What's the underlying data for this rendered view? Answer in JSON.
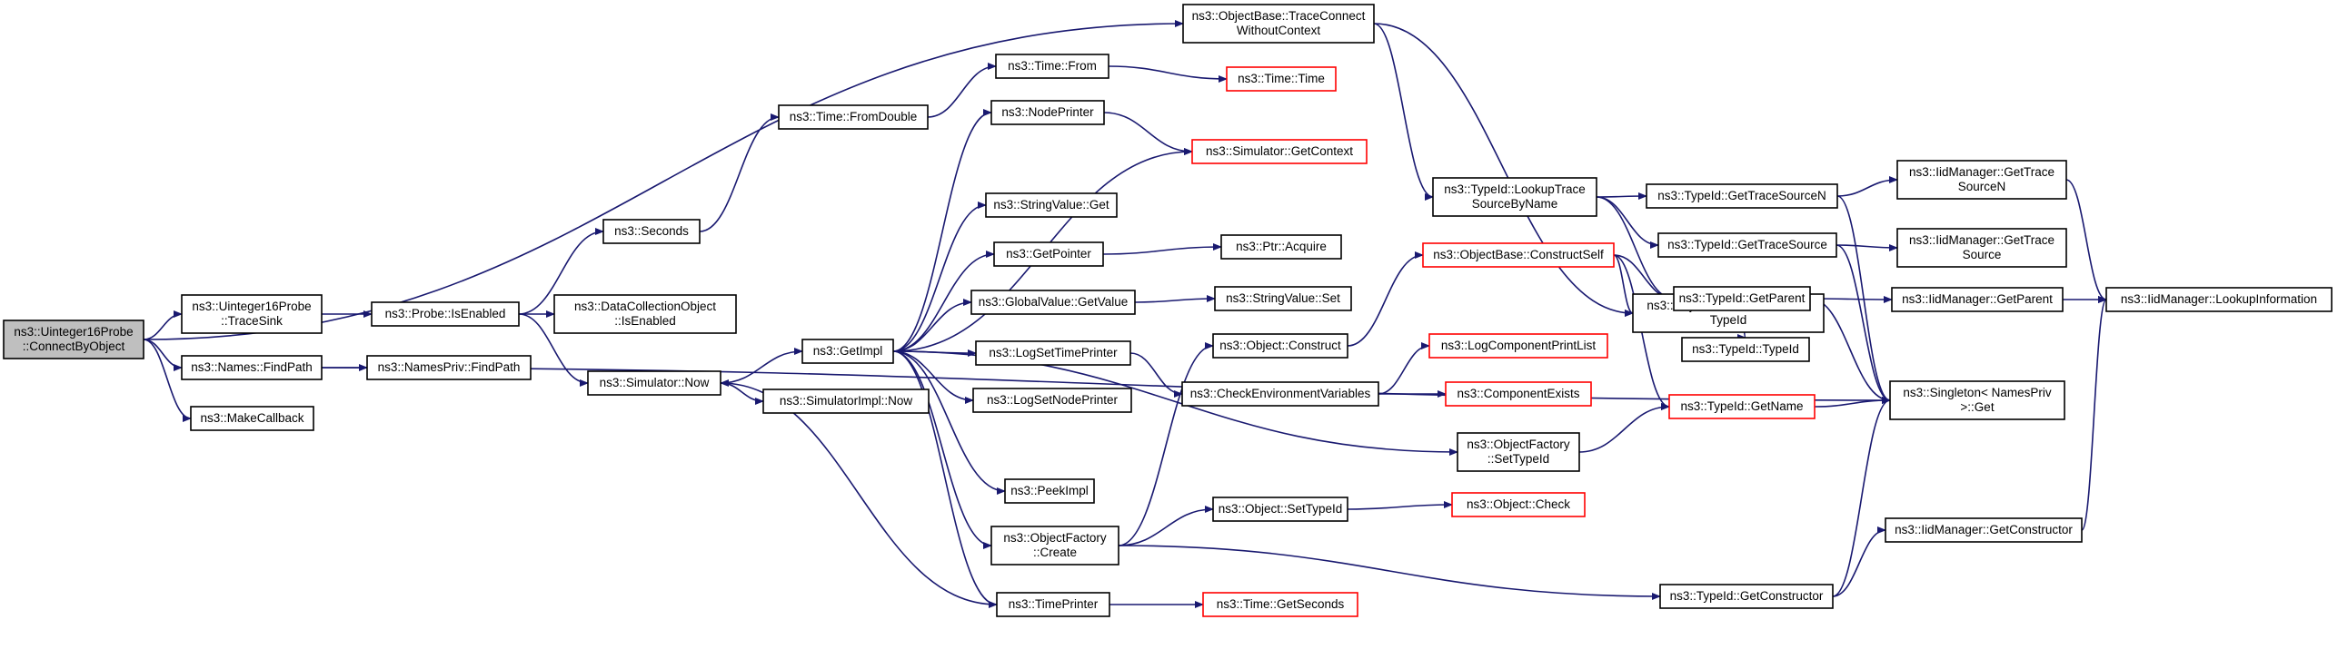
{
  "colors": {
    "edge": "#191970",
    "node_border": "#000000",
    "node_border_truncated": "#ff0000",
    "root_fill": "#bfbfbf",
    "node_fill": "#ffffff"
  },
  "nodes": [
    {
      "id": "root",
      "lines": [
        "ns3::Uinteger16Probe",
        "::ConnectByObject"
      ],
      "kind": "root"
    },
    {
      "id": "traceconnect",
      "lines": [
        "ns3::ObjectBase::TraceConnect",
        "WithoutContext"
      ],
      "kind": "normal"
    },
    {
      "id": "tracesink",
      "lines": [
        "ns3::Uinteger16Probe",
        "::TraceSink"
      ],
      "kind": "normal"
    },
    {
      "id": "findpath",
      "lines": [
        "ns3::Names::FindPath"
      ],
      "kind": "normal"
    },
    {
      "id": "makecallback",
      "lines": [
        "ns3::MakeCallback"
      ],
      "kind": "normal"
    },
    {
      "id": "probeisenabled",
      "lines": [
        "ns3::Probe::IsEnabled"
      ],
      "kind": "normal"
    },
    {
      "id": "namesprivfindpath",
      "lines": [
        "ns3::NamesPriv::FindPath"
      ],
      "kind": "normal"
    },
    {
      "id": "seconds",
      "lines": [
        "ns3::Seconds"
      ],
      "kind": "normal"
    },
    {
      "id": "dcoisenabled",
      "lines": [
        "ns3::DataCollectionObject",
        "::IsEnabled"
      ],
      "kind": "normal"
    },
    {
      "id": "simnow",
      "lines": [
        "ns3::Simulator::Now"
      ],
      "kind": "normal"
    },
    {
      "id": "fromdouble",
      "lines": [
        "ns3::Time::FromDouble"
      ],
      "kind": "normal"
    },
    {
      "id": "getimpl",
      "lines": [
        "ns3::GetImpl"
      ],
      "kind": "normal"
    },
    {
      "id": "simimplnow",
      "lines": [
        "ns3::SimulatorImpl::Now"
      ],
      "kind": "normal"
    },
    {
      "id": "timefrom",
      "lines": [
        "ns3::Time::From"
      ],
      "kind": "normal"
    },
    {
      "id": "nodeprinter",
      "lines": [
        "ns3::NodePrinter"
      ],
      "kind": "normal"
    },
    {
      "id": "stringvalueget",
      "lines": [
        "ns3::StringValue::Get"
      ],
      "kind": "normal"
    },
    {
      "id": "getpointer",
      "lines": [
        "ns3::GetPointer"
      ],
      "kind": "normal"
    },
    {
      "id": "globalvalue",
      "lines": [
        "ns3::GlobalValue::GetValue"
      ],
      "kind": "normal"
    },
    {
      "id": "logsettime",
      "lines": [
        "ns3::LogSetTimePrinter"
      ],
      "kind": "normal"
    },
    {
      "id": "logsetnode",
      "lines": [
        "ns3::LogSetNodePrinter"
      ],
      "kind": "normal"
    },
    {
      "id": "peekimpl",
      "lines": [
        "ns3::PeekImpl"
      ],
      "kind": "normal"
    },
    {
      "id": "ofcreate",
      "lines": [
        "ns3::ObjectFactory",
        "::Create"
      ],
      "kind": "normal"
    },
    {
      "id": "timeprinter",
      "lines": [
        "ns3::TimePrinter"
      ],
      "kind": "normal"
    },
    {
      "id": "timetime",
      "lines": [
        "ns3::Time::Time"
      ],
      "kind": "truncated"
    },
    {
      "id": "simgetcontext",
      "lines": [
        "ns3::Simulator::GetContext"
      ],
      "kind": "truncated"
    },
    {
      "id": "ptracquire",
      "lines": [
        "ns3::Ptr::Acquire"
      ],
      "kind": "normal"
    },
    {
      "id": "stringvalueset",
      "lines": [
        "ns3::StringValue::Set"
      ],
      "kind": "normal"
    },
    {
      "id": "objconstruct",
      "lines": [
        "ns3::Object::Construct"
      ],
      "kind": "normal"
    },
    {
      "id": "checkenv",
      "lines": [
        "ns3::CheckEnvironmentVariables"
      ],
      "kind": "normal"
    },
    {
      "id": "objsettypeid",
      "lines": [
        "ns3::Object::SetTypeId"
      ],
      "kind": "normal"
    },
    {
      "id": "timegetseconds",
      "lines": [
        "ns3::Time::GetSeconds"
      ],
      "kind": "truncated"
    },
    {
      "id": "constructself",
      "lines": [
        "ns3::ObjectBase::ConstructSelf"
      ],
      "kind": "truncated"
    },
    {
      "id": "logcomplist",
      "lines": [
        "ns3::LogComponentPrintList"
      ],
      "kind": "truncated"
    },
    {
      "id": "compexists",
      "lines": [
        "ns3::ComponentExists"
      ],
      "kind": "truncated"
    },
    {
      "id": "ofsettypeid",
      "lines": [
        "ns3::ObjectFactory",
        "::SetTypeId"
      ],
      "kind": "normal"
    },
    {
      "id": "objcheck",
      "lines": [
        "ns3::Object::Check"
      ],
      "kind": "truncated"
    },
    {
      "id": "lookuptrace",
      "lines": [
        "ns3::TypeId::LookupTrace",
        "SourceByName"
      ],
      "kind": "normal"
    },
    {
      "id": "getinstancetypeid",
      "lines": [
        "ns3::ObjectBase::GetInstance",
        "TypeId"
      ],
      "kind": "normal"
    },
    {
      "id": "tidgetname",
      "lines": [
        "ns3::TypeId::GetName"
      ],
      "kind": "truncated"
    },
    {
      "id": "tidgetconstructor",
      "lines": [
        "ns3::TypeId::GetConstructor"
      ],
      "kind": "normal"
    },
    {
      "id": "gettracesourcen",
      "lines": [
        "ns3::TypeId::GetTraceSourceN"
      ],
      "kind": "normal"
    },
    {
      "id": "gettracesource",
      "lines": [
        "ns3::TypeId::GetTraceSource"
      ],
      "kind": "normal"
    },
    {
      "id": "tidgetparent",
      "lines": [
        "ns3::TypeId::GetParent"
      ],
      "kind": "normal"
    },
    {
      "id": "tidtypeid",
      "lines": [
        "ns3::TypeId::TypeId"
      ],
      "kind": "normal"
    },
    {
      "id": "singletonget",
      "lines": [
        "ns3::Singleton< NamesPriv",
        " >::Get"
      ],
      "kind": "normal"
    },
    {
      "id": "iidgettracesourcen",
      "lines": [
        "ns3::IidManager::GetTrace",
        "SourceN"
      ],
      "kind": "normal"
    },
    {
      "id": "iidgettracesource",
      "lines": [
        "ns3::IidManager::GetTrace",
        "Source"
      ],
      "kind": "normal"
    },
    {
      "id": "iidgetparent",
      "lines": [
        "ns3::IidManager::GetParent"
      ],
      "kind": "normal"
    },
    {
      "id": "iidgetconstructor",
      "lines": [
        "ns3::IidManager::GetConstructor"
      ],
      "kind": "normal"
    },
    {
      "id": "iidlookupinfo",
      "lines": [
        "ns3::IidManager::LookupInformation"
      ],
      "kind": "normal"
    }
  ],
  "edges": [
    [
      "root",
      "traceconnect"
    ],
    [
      "root",
      "tracesink"
    ],
    [
      "root",
      "findpath"
    ],
    [
      "root",
      "makecallback"
    ],
    [
      "tracesink",
      "probeisenabled"
    ],
    [
      "findpath",
      "namesprivfindpath"
    ],
    [
      "findpath",
      "singletonget"
    ],
    [
      "probeisenabled",
      "seconds"
    ],
    [
      "probeisenabled",
      "dcoisenabled"
    ],
    [
      "probeisenabled",
      "simnow"
    ],
    [
      "seconds",
      "fromdouble"
    ],
    [
      "fromdouble",
      "timefrom"
    ],
    [
      "timefrom",
      "timetime"
    ],
    [
      "simnow",
      "getimpl"
    ],
    [
      "simnow",
      "simimplnow"
    ],
    [
      "getimpl",
      "nodeprinter"
    ],
    [
      "getimpl",
      "simgetcontext"
    ],
    [
      "getimpl",
      "stringvalueget"
    ],
    [
      "getimpl",
      "getpointer"
    ],
    [
      "getimpl",
      "globalvalue"
    ],
    [
      "getimpl",
      "logsettime"
    ],
    [
      "getimpl",
      "logsetnode"
    ],
    [
      "getimpl",
      "ofsettypeid"
    ],
    [
      "getimpl",
      "peekimpl"
    ],
    [
      "getimpl",
      "ofcreate"
    ],
    [
      "getimpl",
      "timeprinter"
    ],
    [
      "nodeprinter",
      "simgetcontext"
    ],
    [
      "getpointer",
      "ptracquire"
    ],
    [
      "globalvalue",
      "stringvalueset"
    ],
    [
      "logsettime",
      "checkenv"
    ],
    [
      "ofcreate",
      "objconstruct"
    ],
    [
      "ofcreate",
      "objsettypeid"
    ],
    [
      "ofcreate",
      "tidgetconstructor"
    ],
    [
      "timeprinter",
      "simnow"
    ],
    [
      "timeprinter",
      "timegetseconds"
    ],
    [
      "objconstruct",
      "constructself"
    ],
    [
      "checkenv",
      "logcomplist"
    ],
    [
      "checkenv",
      "compexists"
    ],
    [
      "objsettypeid",
      "objcheck"
    ],
    [
      "constructself",
      "getinstancetypeid"
    ],
    [
      "constructself",
      "tidgetparent"
    ],
    [
      "constructself",
      "tidgetname"
    ],
    [
      "ofsettypeid",
      "tidgetname"
    ],
    [
      "traceconnect",
      "lookuptrace"
    ],
    [
      "traceconnect",
      "getinstancetypeid"
    ],
    [
      "lookuptrace",
      "gettracesourcen"
    ],
    [
      "lookuptrace",
      "gettracesource"
    ],
    [
      "lookuptrace",
      "tidgetparent"
    ],
    [
      "gettracesourcen",
      "iidgettracesourcen"
    ],
    [
      "gettracesourcen",
      "singletonget"
    ],
    [
      "gettracesource",
      "iidgettracesource"
    ],
    [
      "gettracesource",
      "singletonget"
    ],
    [
      "tidgetparent",
      "iidgetparent"
    ],
    [
      "tidgetparent",
      "tidtypeid"
    ],
    [
      "tidgetparent",
      "singletonget"
    ],
    [
      "tidgetname",
      "singletonget"
    ],
    [
      "tidgetconstructor",
      "iidgetconstructor"
    ],
    [
      "tidgetconstructor",
      "singletonget"
    ],
    [
      "iidgettracesourcen",
      "iidlookupinfo"
    ],
    [
      "iidgetparent",
      "iidlookupinfo"
    ],
    [
      "iidgetconstructor",
      "iidlookupinfo"
    ]
  ]
}
